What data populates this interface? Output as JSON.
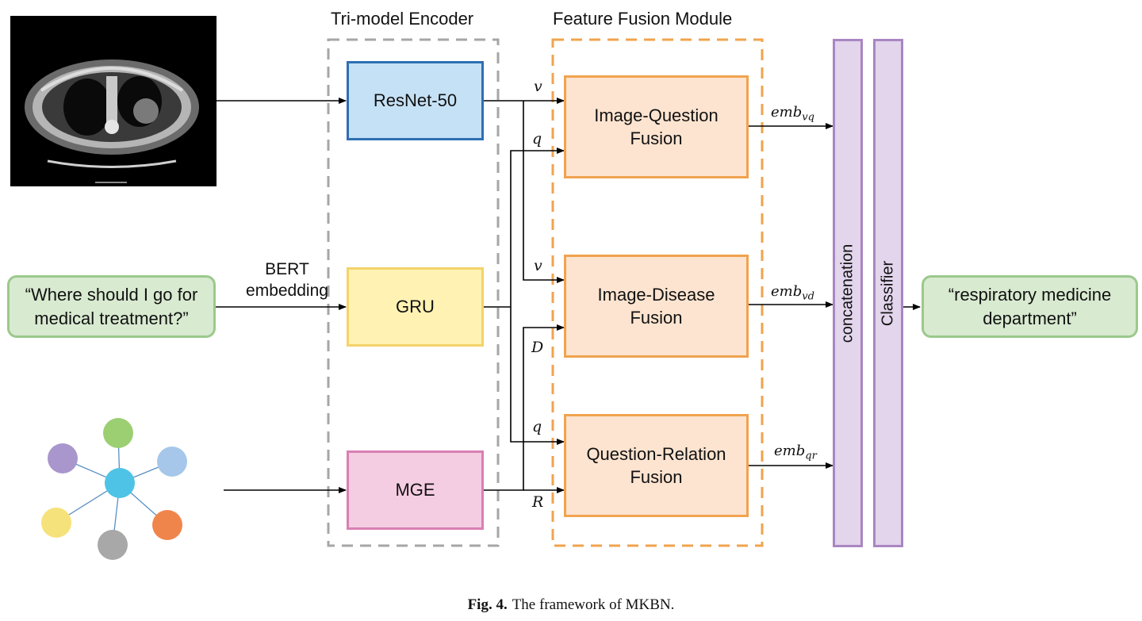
{
  "diagram": {
    "encoder_title": "Tri-model Encoder",
    "fusion_title": "Feature Fusion Module",
    "encoders": {
      "resnet": "ResNet-50",
      "gru": "GRU",
      "mge": "MGE"
    },
    "fusions": {
      "image_question": "Image-Question\nFusion",
      "image_disease": "Image-Disease\nFusion",
      "question_relation": "Question-Relation\nFusion"
    },
    "inputs": {
      "question": "“Where should I go for\nmedical treatment?”",
      "bert": "BERT\nembedding"
    },
    "edge_labels": {
      "v1": "v",
      "q1": "q",
      "v2": "v",
      "d": "D",
      "q2": "q",
      "r": "R"
    },
    "embeddings": {
      "vq": {
        "base": "emb",
        "sub": "vq"
      },
      "vd": {
        "base": "emb",
        "sub": "vd"
      },
      "qr": {
        "base": "emb",
        "sub": "qr"
      }
    },
    "concatenation": "concatenation",
    "classifier": "Classifier",
    "output": "“respiratory medicine\ndepartment”",
    "colors": {
      "resnet_fill": "#c5e1f5",
      "resnet_border": "#2e6fb3",
      "gru_fill": "#fff2b3",
      "gru_border": "#f3d36a",
      "mge_fill": "#f5cde2",
      "mge_border": "#d97fb3",
      "fusion_fill": "#fde4d0",
      "fusion_border": "#f0a34e",
      "bar_fill": "#e2d5ec",
      "bar_border": "#a986c2",
      "pill_fill": "#d8ead0",
      "pill_border": "#9bc98c"
    },
    "graph_node_colors": [
      "#4ec3e6",
      "#9ccf72",
      "#a6c7ea",
      "#f0854c",
      "#a8a8a8",
      "#f5e27a",
      "#a996cc"
    ]
  },
  "caption": {
    "label": "Fig. 4.",
    "text": "The framework of MKBN."
  }
}
